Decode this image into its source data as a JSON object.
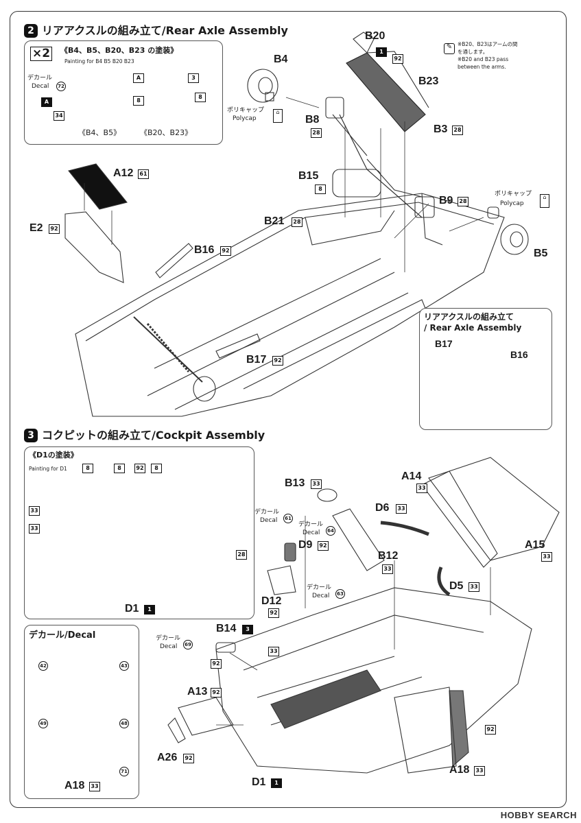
{
  "section2": {
    "num": "2",
    "title": "リアアクスルの組み立て/Rear Axle Assembly"
  },
  "paint_box": {
    "multiplier": "×2",
    "title_ja": "《B4、B5、B20、B23 の塗装》",
    "title_en": "Painting for B4  B5  B20  B23",
    "decal_ja": "デカール",
    "decal_en": "Decal",
    "decal_num": "72",
    "caption_left": "《B4、B5》",
    "caption_right": "《B20、B23》",
    "tags": {
      "a": "A",
      "n3": "3",
      "n8": "8",
      "n34": "34"
    }
  },
  "parts": {
    "b20": "B20",
    "b4": "B4",
    "b23": "B23",
    "b8": "B8",
    "b3": "B3",
    "b15": "B15",
    "b9": "B9",
    "b21": "B21",
    "b5": "B5",
    "a12": "A12",
    "e2": "E2",
    "b16": "B16",
    "b17": "B17"
  },
  "tags2": {
    "t1": "1",
    "t92": "92",
    "t28": "28",
    "t8": "8",
    "t61": "61"
  },
  "polycap": {
    "ja": "ポリキャップ",
    "en": "Polycap"
  },
  "note": {
    "ja1": "※B20、B23はアームの間",
    "ja2": "を通します。",
    "en1": "※B20 and B23 pass",
    "en2": "between the arms."
  },
  "inset": {
    "ja": "リアアクスルの組み立て",
    "en": "/ Rear Axle Assembly",
    "b17": "B17",
    "b16": "B16"
  },
  "section3": {
    "num": "3",
    "title": "コクピットの組み立て/Cockpit Assembly"
  },
  "d1_box": {
    "title_ja": "《D1の塗装》",
    "title_en": "Painting for D1",
    "tags": {
      "t8": "8",
      "t92": "92",
      "t33": "33",
      "t28": "28"
    },
    "label": "D1",
    "label_tag": "1"
  },
  "decal_box": {
    "title": "デカール/Decal",
    "nums": {
      "n42": "42",
      "n43": "43",
      "n49": "49",
      "n48": "48",
      "n71": "71"
    },
    "label": "A18",
    "label_tag": "33"
  },
  "parts3": {
    "b13": "B13",
    "a14": "A14",
    "d6": "D6",
    "d9": "D9",
    "b12": "B12",
    "a15": "A15",
    "d5": "D5",
    "d12": "D12",
    "b14": "B14",
    "a13": "A13",
    "a26": "A26",
    "d1": "D1",
    "a18": "A18"
  },
  "tags3": {
    "t33": "33",
    "t92": "92",
    "t3": "3",
    "t1": "1"
  },
  "decals3": {
    "ja": "デカール",
    "en": "Decal",
    "n61": "61",
    "n64": "64",
    "n63": "63",
    "n69": "69"
  },
  "watermark": "HOBBY SEARCH"
}
